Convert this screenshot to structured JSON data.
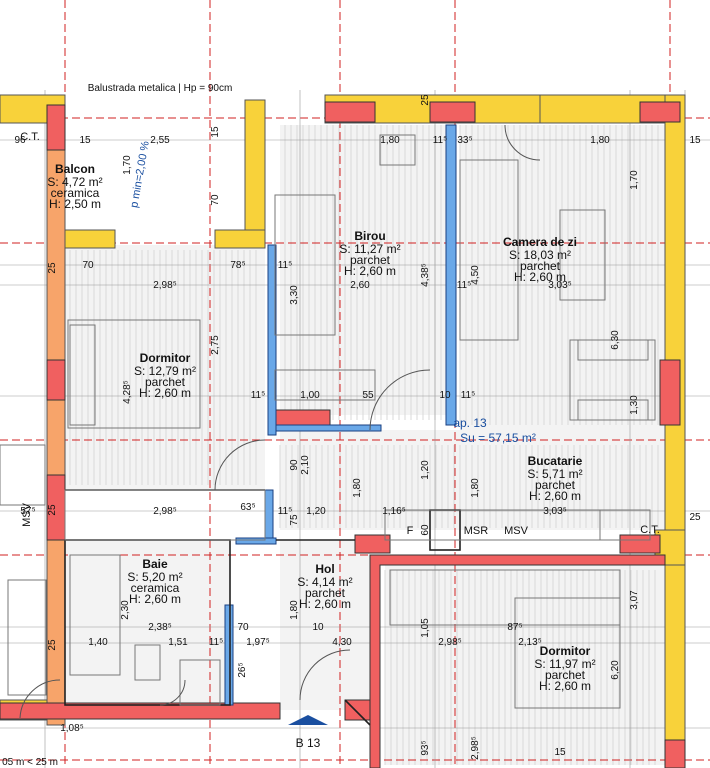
{
  "colors": {
    "wall_red": "#f06060",
    "wall_yellow": "#f8d23a",
    "wall_blue": "#6aa8e8",
    "wall_orange": "#f7a46a",
    "axis": "#d02020",
    "floor": "#f2f2f2"
  },
  "top_note": "Balustrada metalica | Hp = 90cm",
  "apartment": {
    "name": "ap. 13",
    "su": "Su = 57,15 m²"
  },
  "marker": "B 13",
  "scale_note": "05 m < 25 m",
  "ct_left": "C.T.",
  "ct_right": "C.T.",
  "kitchen_labels": {
    "f": "F",
    "msr": "MSR",
    "msv": "MSV",
    "msv_left": "MSV",
    "pd_arrow": "p min=2,00 %"
  },
  "rooms": [
    {
      "id": "balcon",
      "name": "Balcon",
      "area": "S: 4,72 m²",
      "finish": "ceramica",
      "height": "H: 2,50 m"
    },
    {
      "id": "birou",
      "name": "Birou",
      "area": "S: 11,27 m²",
      "finish": "parchet",
      "height": "H: 2,60 m"
    },
    {
      "id": "camera",
      "name": "Camera de zi",
      "area": "S: 18,03 m²",
      "finish": "parchet",
      "height": "H: 2,60 m"
    },
    {
      "id": "dormitor1",
      "name": "Dormitor",
      "area": "S: 12,79 m²",
      "finish": "parchet",
      "height": "H: 2,60 m"
    },
    {
      "id": "bucatarie",
      "name": "Bucatarie",
      "area": "S: 5,71 m²",
      "finish": "parchet",
      "height": "H: 2,60 m"
    },
    {
      "id": "baie",
      "name": "Baie",
      "area": "S: 5,20 m²",
      "finish": "ceramica",
      "height": "H: 2,60 m"
    },
    {
      "id": "hol",
      "name": "Hol",
      "area": "S: 4,14 m²",
      "finish": "parchet",
      "height": "H: 2,60 m"
    },
    {
      "id": "dormitor2",
      "name": "Dormitor",
      "area": "S: 11,97 m²",
      "finish": "parchet",
      "height": "H: 2,60 m"
    }
  ],
  "dimensions": [
    "96",
    "15",
    "2,55",
    "1,70",
    "70",
    "15",
    "1,80",
    "11⁵",
    "33⁵",
    "1,80",
    "15",
    "1,70",
    "25",
    "70",
    "2,98⁵",
    "78⁵",
    "11⁵",
    "3,30",
    "2,60",
    "4,38⁵",
    "11⁵",
    "4,50",
    "3,03⁵",
    "2,75",
    "4,28⁵",
    "6,30",
    "1,30",
    "11⁵",
    "1,00",
    "55",
    "10",
    "11⁵",
    "90",
    "2,10",
    "1,80",
    "1,20",
    "1,80",
    "57⁵",
    "2,98⁵",
    "63⁵",
    "11⁵",
    "75",
    "1,20",
    "1,16⁵",
    "60",
    "3,03⁵",
    "2,38⁵",
    "1,51",
    "11⁵",
    "70",
    "1,97⁵",
    "2,30",
    "1,80",
    "10",
    "4,30",
    "87⁵",
    "1,40",
    "26⁵",
    "2,98⁵",
    "2,13⁵",
    "1,05",
    "3,07",
    "6,20",
    "1,08⁵",
    "93⁵",
    "2,98⁵",
    "15",
    "25",
    "25",
    "25",
    "25"
  ]
}
